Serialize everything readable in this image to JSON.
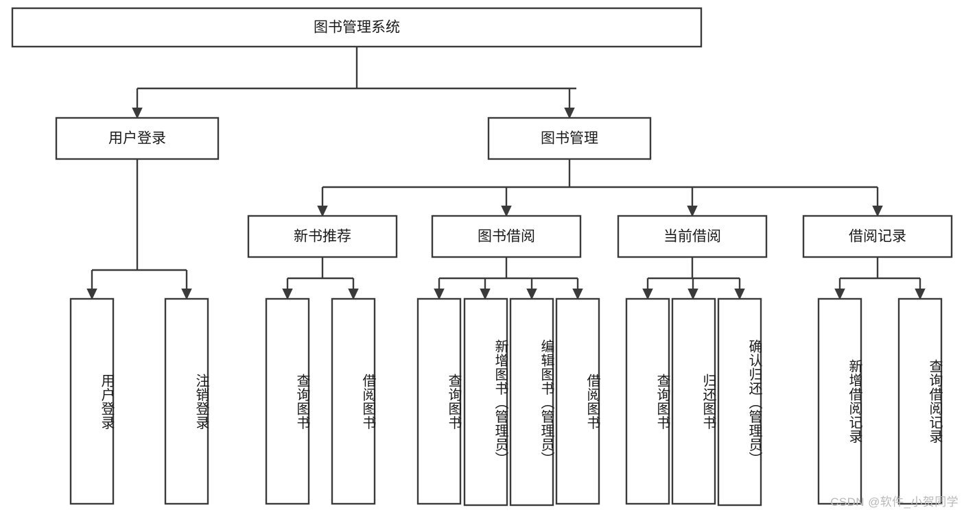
{
  "diagram": {
    "title": "图书管理系统",
    "type": "tree",
    "watermark": "CSDN @软件_小贺同学",
    "root": {
      "label": "图书管理系统",
      "id": "root"
    },
    "level2": [
      {
        "id": "user-login",
        "label": "用户登录"
      },
      {
        "id": "book-management",
        "label": "图书管理"
      }
    ],
    "level3": [
      {
        "id": "new-book-recommend",
        "label": "新书推荐",
        "parent": "book-management"
      },
      {
        "id": "book-borrow",
        "label": "图书借阅",
        "parent": "book-management"
      },
      {
        "id": "current-borrow",
        "label": "当前借阅",
        "parent": "book-management"
      },
      {
        "id": "borrow-record",
        "label": "借阅记录",
        "parent": "book-management"
      }
    ],
    "leaves": [
      {
        "id": "leaf-user-login",
        "label": "用户登录",
        "parent": "user-login"
      },
      {
        "id": "leaf-user-logout",
        "label": "注销登录",
        "parent": "user-login"
      },
      {
        "id": "leaf-query-book-1",
        "label": "查询图书",
        "parent": "new-book-recommend"
      },
      {
        "id": "leaf-borrow-book-1",
        "label": "借阅图书",
        "parent": "new-book-recommend"
      },
      {
        "id": "leaf-query-book-2",
        "label": "查询图书",
        "parent": "book-borrow"
      },
      {
        "id": "leaf-add-book",
        "label": "新增图书（管理员）",
        "parent": "book-borrow"
      },
      {
        "id": "leaf-edit-book",
        "label": "编辑图书（管理员）",
        "parent": "book-borrow"
      },
      {
        "id": "leaf-borrow-book-2",
        "label": "借阅图书",
        "parent": "book-borrow"
      },
      {
        "id": "leaf-query-book-3",
        "label": "查询图书",
        "parent": "current-borrow"
      },
      {
        "id": "leaf-return-book",
        "label": "归还图书",
        "parent": "current-borrow"
      },
      {
        "id": "leaf-confirm-return",
        "label": "确认归还（管理员）",
        "parent": "current-borrow"
      },
      {
        "id": "leaf-add-record",
        "label": "新增借阅记录",
        "parent": "borrow-record"
      },
      {
        "id": "leaf-query-record",
        "label": "查询借阅记录",
        "parent": "borrow-record"
      }
    ],
    "colors": {
      "stroke": "#3a3a3a",
      "fill": "#ffffff",
      "text": "#1a1a1a",
      "watermark": "#b9b9b9"
    }
  }
}
